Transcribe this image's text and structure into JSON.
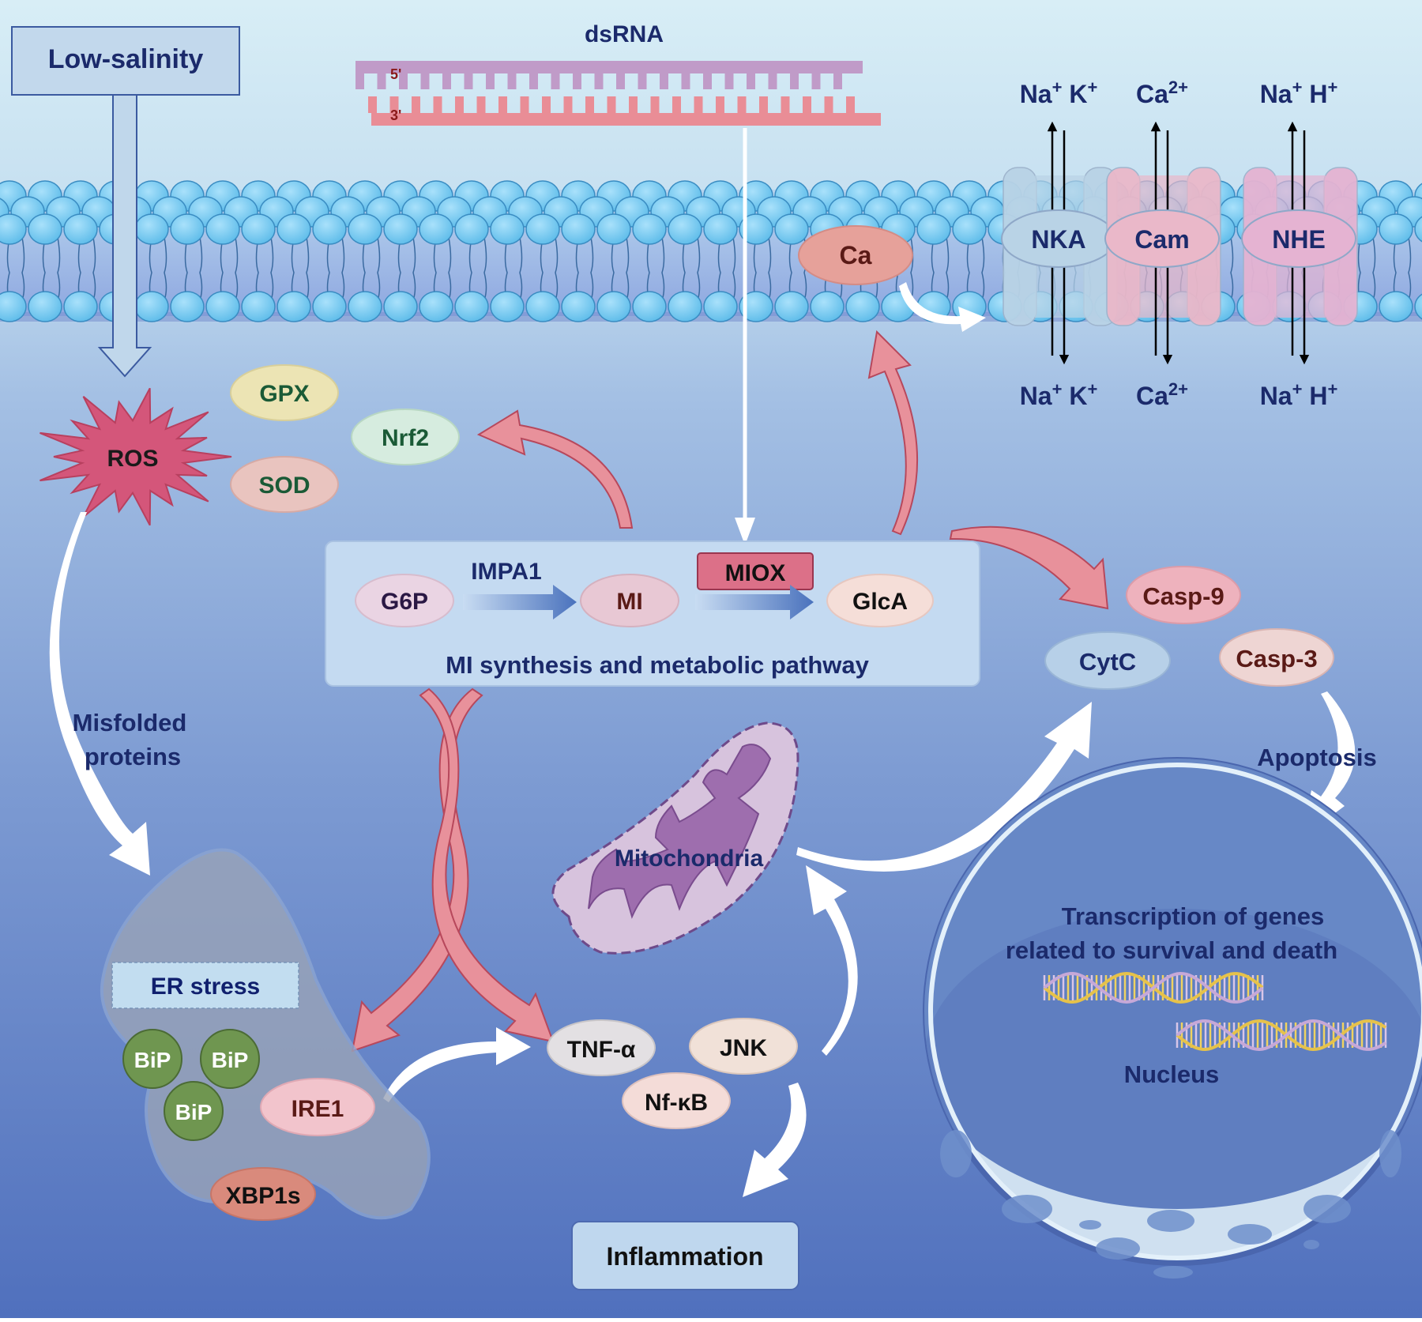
{
  "stimulus": {
    "label": "Low-salinity"
  },
  "dsrna": {
    "label": "dsRNA",
    "strand_top_end": "5'",
    "strand_bottom_end": "3'"
  },
  "transporters": [
    {
      "name": "NKA",
      "ions_top": [
        {
          "base": "Na",
          "sup": "+"
        },
        {
          "base": "K",
          "sup": "+"
        }
      ],
      "ions_bottom": [
        {
          "base": "Na",
          "sup": "+"
        },
        {
          "base": "K",
          "sup": "+"
        }
      ],
      "color": "#b9d3e6"
    },
    {
      "name": "Cam",
      "ions_top": [
        {
          "base": "Ca",
          "sup": "2+"
        }
      ],
      "ions_bottom": [
        {
          "base": "Ca",
          "sup": "2+"
        }
      ],
      "color": "#eab8c9"
    },
    {
      "name": "NHE",
      "ions_top": [
        {
          "base": "Na",
          "sup": "+"
        },
        {
          "base": "H",
          "sup": "+"
        }
      ],
      "ions_bottom": [
        {
          "base": "Na",
          "sup": "+"
        },
        {
          "base": "H",
          "sup": "+"
        }
      ],
      "color": "#e5b3d2"
    }
  ],
  "ca_node": {
    "label": "Ca"
  },
  "oxidative": {
    "ros": "ROS",
    "gpx": "GPX",
    "sod": "SOD",
    "nrf2": "Nrf2"
  },
  "pathway_box": {
    "title": "MI synthesis and metabolic pathway",
    "g6p": "G6P",
    "impa1": "IMPA1",
    "mi": "MI",
    "miox": "MIOX",
    "glca": "GlcA"
  },
  "apoptosis": {
    "casp9": "Casp-9",
    "cytc": "CytC",
    "casp3": "Casp-3",
    "label": "Apoptosis"
  },
  "misfolded": {
    "line1": "Misfolded",
    "line2": "proteins"
  },
  "mitochondria": {
    "label": "Mitochondria"
  },
  "er": {
    "label": "ER stress",
    "bip": [
      "BiP",
      "BiP",
      "BiP"
    ],
    "ire1": "IRE1",
    "xbp1s": "XBP1s"
  },
  "inflammation_nodes": {
    "tnf": "TNF-α",
    "jnk": "JNK",
    "nfkb": "Nf-κB",
    "label": "Inflammation"
  },
  "nucleus": {
    "line1": "Transcription of genes",
    "line2": "related to survival and death",
    "label": "Nucleus"
  },
  "colors": {
    "text_navy": "#1b2a6b",
    "pink_arrow": "#e58a96",
    "bg_top": "#d6ecf5",
    "bg_bottom": "#5172be"
  }
}
